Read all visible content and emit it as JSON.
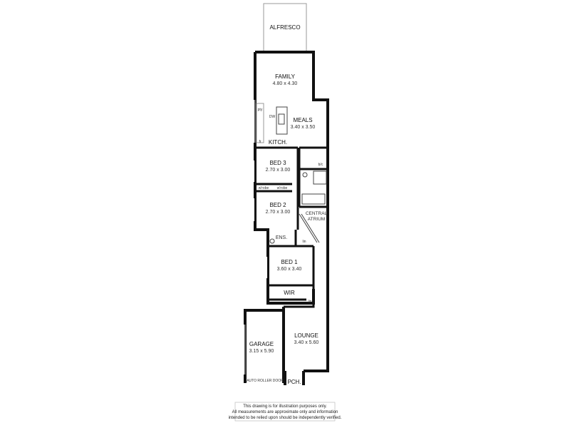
{
  "rooms": {
    "alfresco": {
      "name": "ALFRESCO"
    },
    "family": {
      "name": "FAMILY",
      "size": "4.80 x 4.30"
    },
    "meals": {
      "name": "MEALS",
      "size": "3.40 x 3.50"
    },
    "kitchen": {
      "name": "KITCH."
    },
    "bed3": {
      "name": "BED 3",
      "size": "2.70 x 3.00"
    },
    "bed2": {
      "name": "BED 2",
      "size": "2.70 x 3.00"
    },
    "central_atrium": {
      "line1": "CENTRAL",
      "line2": "ATRIUM"
    },
    "ens": {
      "name": "ENS."
    },
    "bed1": {
      "name": "BED 1",
      "size": "3.60 x 3.40"
    },
    "wir": {
      "name": "WIR"
    },
    "lounge": {
      "name": "LOUNGE",
      "size": "3.40 x 5.60"
    },
    "garage": {
      "name": "GARAGE",
      "size": "3.15 x 5.90"
    },
    "porch": {
      "name": "PCH."
    }
  },
  "fixtures": {
    "dishwasher": "DW",
    "pantry": "pty",
    "fridge": "fr",
    "wrobe1": "w'robe",
    "wrobe2": "w'robe",
    "broom_cupboard": "b/c",
    "linen1": "lin",
    "linen2": "lin",
    "garage_door": "AUTO ROLLER DOOR"
  },
  "disclaimer": {
    "line1": "This drawing is for illustration purposes only.",
    "line2": "All measurements are approximate only and information",
    "line3": "intended to be relied upon should be independently verified."
  }
}
